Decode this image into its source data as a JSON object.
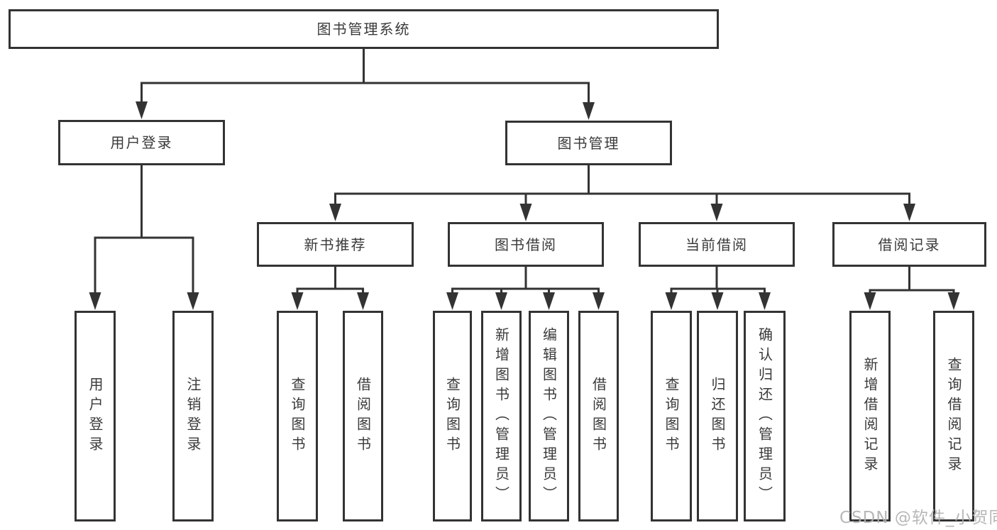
{
  "tree": {
    "label": "图书管理系统",
    "children": [
      {
        "label": "用户登录",
        "children": [
          {
            "label": "用户登录"
          },
          {
            "label": "注销登录"
          }
        ]
      },
      {
        "label": "图书管理",
        "children": [
          {
            "label": "新书推荐",
            "children": [
              {
                "label": "查询图书"
              },
              {
                "label": "借阅图书"
              }
            ]
          },
          {
            "label": "图书借阅",
            "children": [
              {
                "label": "查询图书"
              },
              {
                "label": "新增图书（管理员）"
              },
              {
                "label": "编辑图书（管理员）"
              },
              {
                "label": "借阅图书"
              }
            ]
          },
          {
            "label": "当前借阅",
            "children": [
              {
                "label": "查询图书"
              },
              {
                "label": "归还图书"
              },
              {
                "label": "确认归还（管理员）"
              }
            ]
          },
          {
            "label": "借阅记录",
            "children": [
              {
                "label": "新增借阅记录"
              },
              {
                "label": "查询借阅记录"
              }
            ]
          }
        ]
      }
    ]
  },
  "watermark": {
    "text": "CSDN @软件_小贺同学"
  },
  "colors": {
    "line": "#333333",
    "border": "#333333",
    "text": "#3a3a3a",
    "background": "#ffffff",
    "watermark": "#b0b0b0"
  }
}
